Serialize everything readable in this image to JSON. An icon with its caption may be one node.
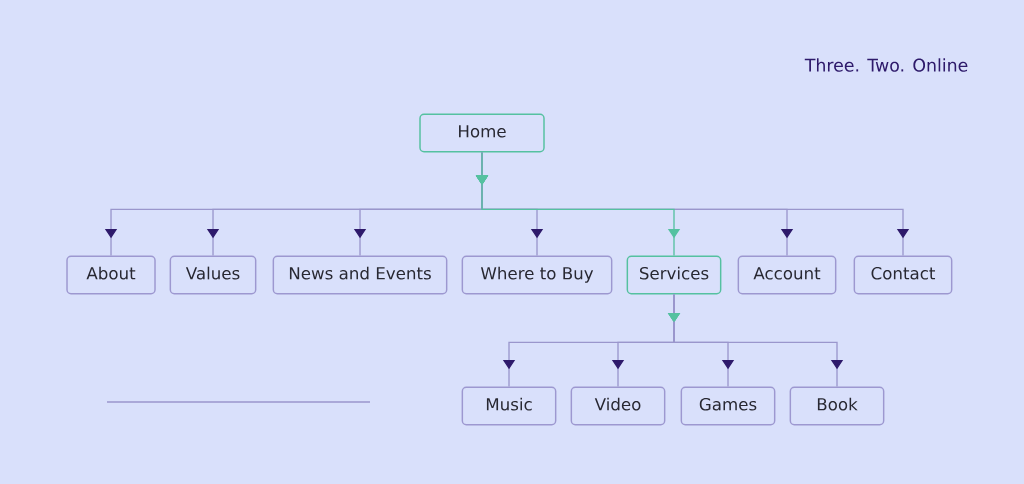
{
  "diagram": {
    "nodes": [
      {
        "text": [
          "Home"
        ]
      },
      {
        "text": [
          "About"
        ]
      },
      {
        "text": [
          "Values"
        ]
      },
      {
        "text": [
          "News and Events"
        ]
      },
      {
        "text": [
          "Where to Buy"
        ]
      },
      {
        "text": [
          "Services"
        ]
      },
      {
        "text": [
          "Account"
        ]
      },
      {
        "text": [
          "Contact"
        ]
      },
      {
        "text": [
          "Music"
        ]
      },
      {
        "text": [
          "Video"
        ]
      },
      {
        "text": [
          "Games"
        ]
      },
      {
        "text": [
          "Book"
        ]
      }
    ],
    "edges": [
      {
        "from": 0,
        "to": 1,
        "arrow": "to"
      },
      {
        "from": 0,
        "to": 2,
        "arrow": "to"
      },
      {
        "from": 0,
        "to": 3,
        "arrow": "to"
      },
      {
        "from": 0,
        "to": 4,
        "arrow": "to"
      },
      {
        "from": 0,
        "to": 5,
        "arrow": "to",
        "color": "#55c1a0"
      },
      {
        "from": 0,
        "to": 6,
        "arrow": "to"
      },
      {
        "from": 0,
        "to": 7,
        "arrow": "to"
      },
      {
        "from": 5,
        "to": 8,
        "arrow": "to"
      },
      {
        "from": 5,
        "to": 9,
        "arrow": "to"
      },
      {
        "from": 5,
        "to": 10,
        "arrow": "to"
      },
      {
        "from": 5,
        "to": 11,
        "arrow": "to"
      }
    ],
    "labels": [
      "Three. Two. Online"
    ]
  }
}
